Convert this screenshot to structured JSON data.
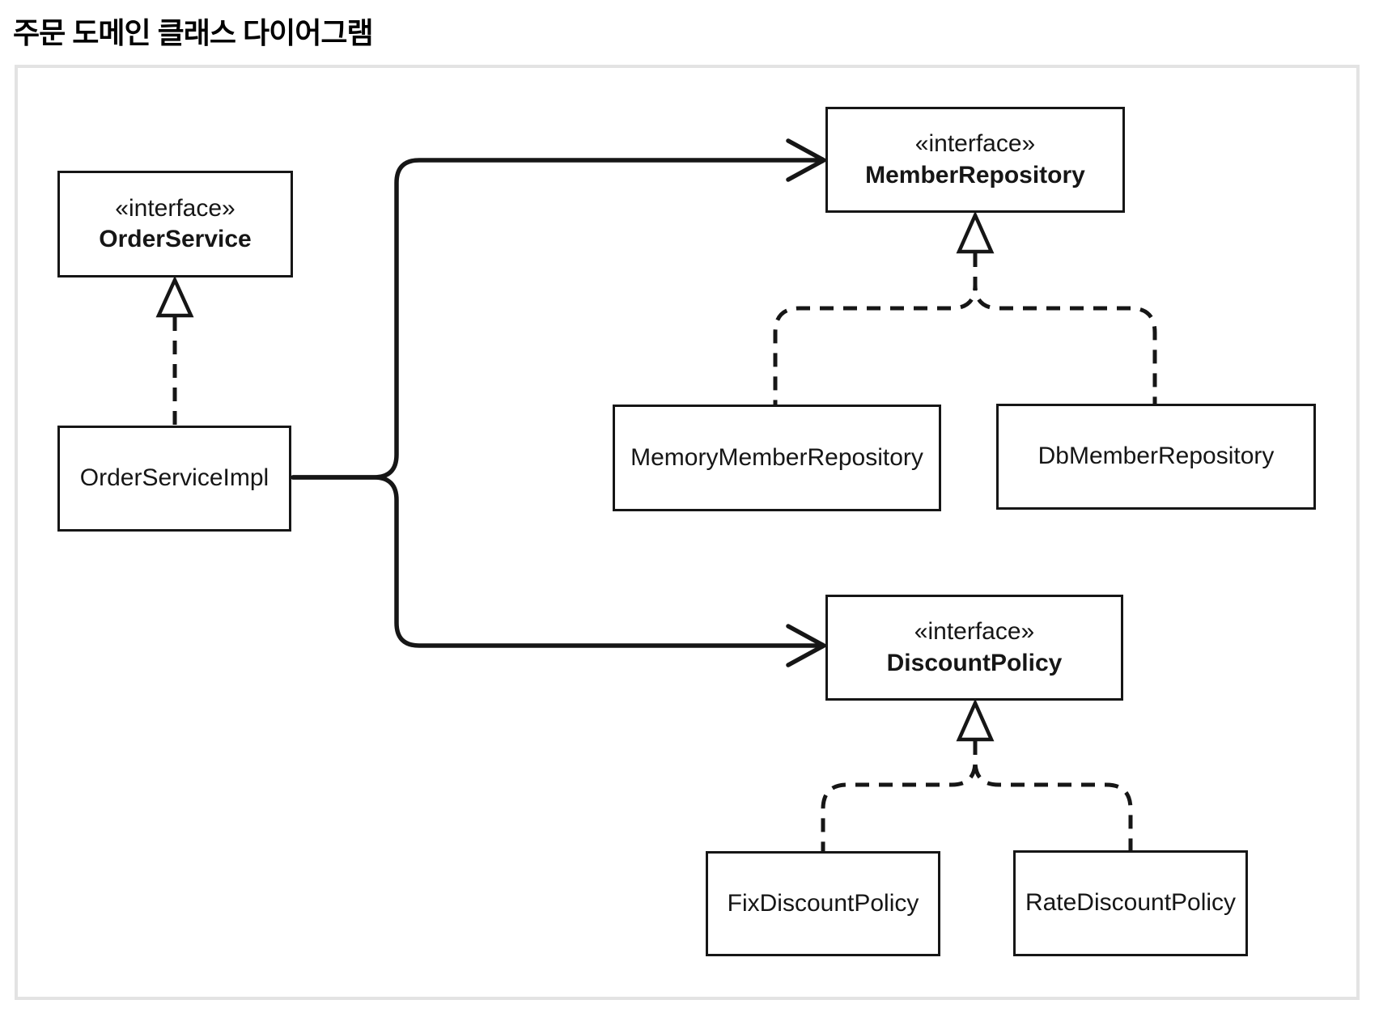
{
  "page": {
    "title": "주문 도메인 클래스 다이어그램"
  },
  "diagram": {
    "classes": {
      "order_service": {
        "stereotype": "«interface»",
        "name": "OrderService"
      },
      "order_service_impl": {
        "name": "OrderServiceImpl"
      },
      "member_repository": {
        "stereotype": "«interface»",
        "name": "MemberRepository"
      },
      "memory_member_repository": {
        "name": "MemoryMemberRepository"
      },
      "db_member_repository": {
        "name": "DbMemberRepository"
      },
      "discount_policy": {
        "stereotype": "«interface»",
        "name": "DiscountPolicy"
      },
      "fix_discount_policy": {
        "name": "FixDiscountPolicy"
      },
      "rate_discount_policy": {
        "name": "RateDiscountPolicy"
      }
    },
    "relationships": [
      {
        "type": "dependency",
        "from": "OrderServiceImpl",
        "to": "MemberRepository",
        "line": "solid",
        "arrow": "open"
      },
      {
        "type": "dependency",
        "from": "OrderServiceImpl",
        "to": "DiscountPolicy",
        "line": "solid",
        "arrow": "open"
      },
      {
        "type": "realization",
        "from": "OrderServiceImpl",
        "to": "OrderService",
        "line": "dashed",
        "arrow": "hollow-triangle"
      },
      {
        "type": "realization",
        "from": "MemoryMemberRepository",
        "to": "MemberRepository",
        "line": "dashed",
        "arrow": "hollow-triangle"
      },
      {
        "type": "realization",
        "from": "DbMemberRepository",
        "to": "MemberRepository",
        "line": "dashed",
        "arrow": "hollow-triangle"
      },
      {
        "type": "realization",
        "from": "FixDiscountPolicy",
        "to": "DiscountPolicy",
        "line": "dashed",
        "arrow": "hollow-triangle"
      },
      {
        "type": "realization",
        "from": "RateDiscountPolicy",
        "to": "DiscountPolicy",
        "line": "dashed",
        "arrow": "hollow-triangle"
      }
    ],
    "colors": {
      "line": "#161616",
      "box_border": "#161616",
      "frame_border": "#e3e3e3",
      "background": "#ffffff",
      "text": "#161616"
    }
  }
}
